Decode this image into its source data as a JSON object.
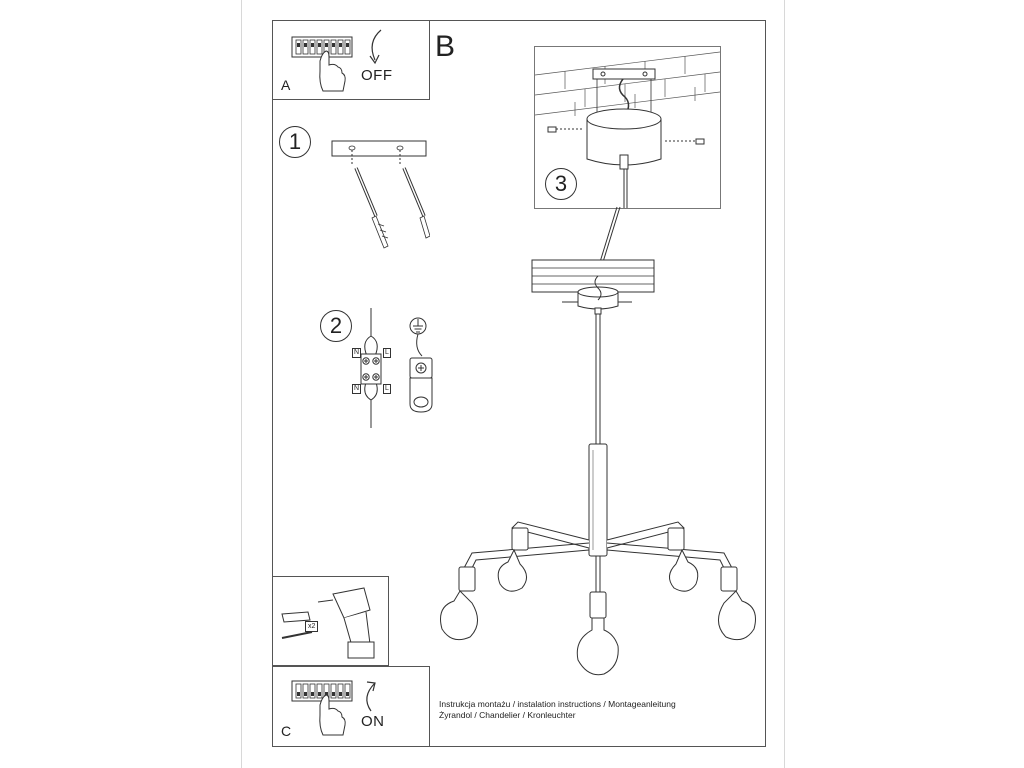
{
  "panels": {
    "a": {
      "letter": "A",
      "switch_label": "OFF"
    },
    "b": {
      "letter": "B"
    },
    "c": {
      "letter": "C",
      "switch_label": "ON"
    }
  },
  "steps": [
    "1",
    "2",
    "3"
  ],
  "wiring": {
    "neutral": "N",
    "live": "L"
  },
  "tools": {
    "quantity": "x2"
  },
  "caption": {
    "line1": "Instrukcja montażu / instalation instructions / Montageanleitung",
    "line2": "Żyrandol / Chandelier / Kronleuchter"
  }
}
